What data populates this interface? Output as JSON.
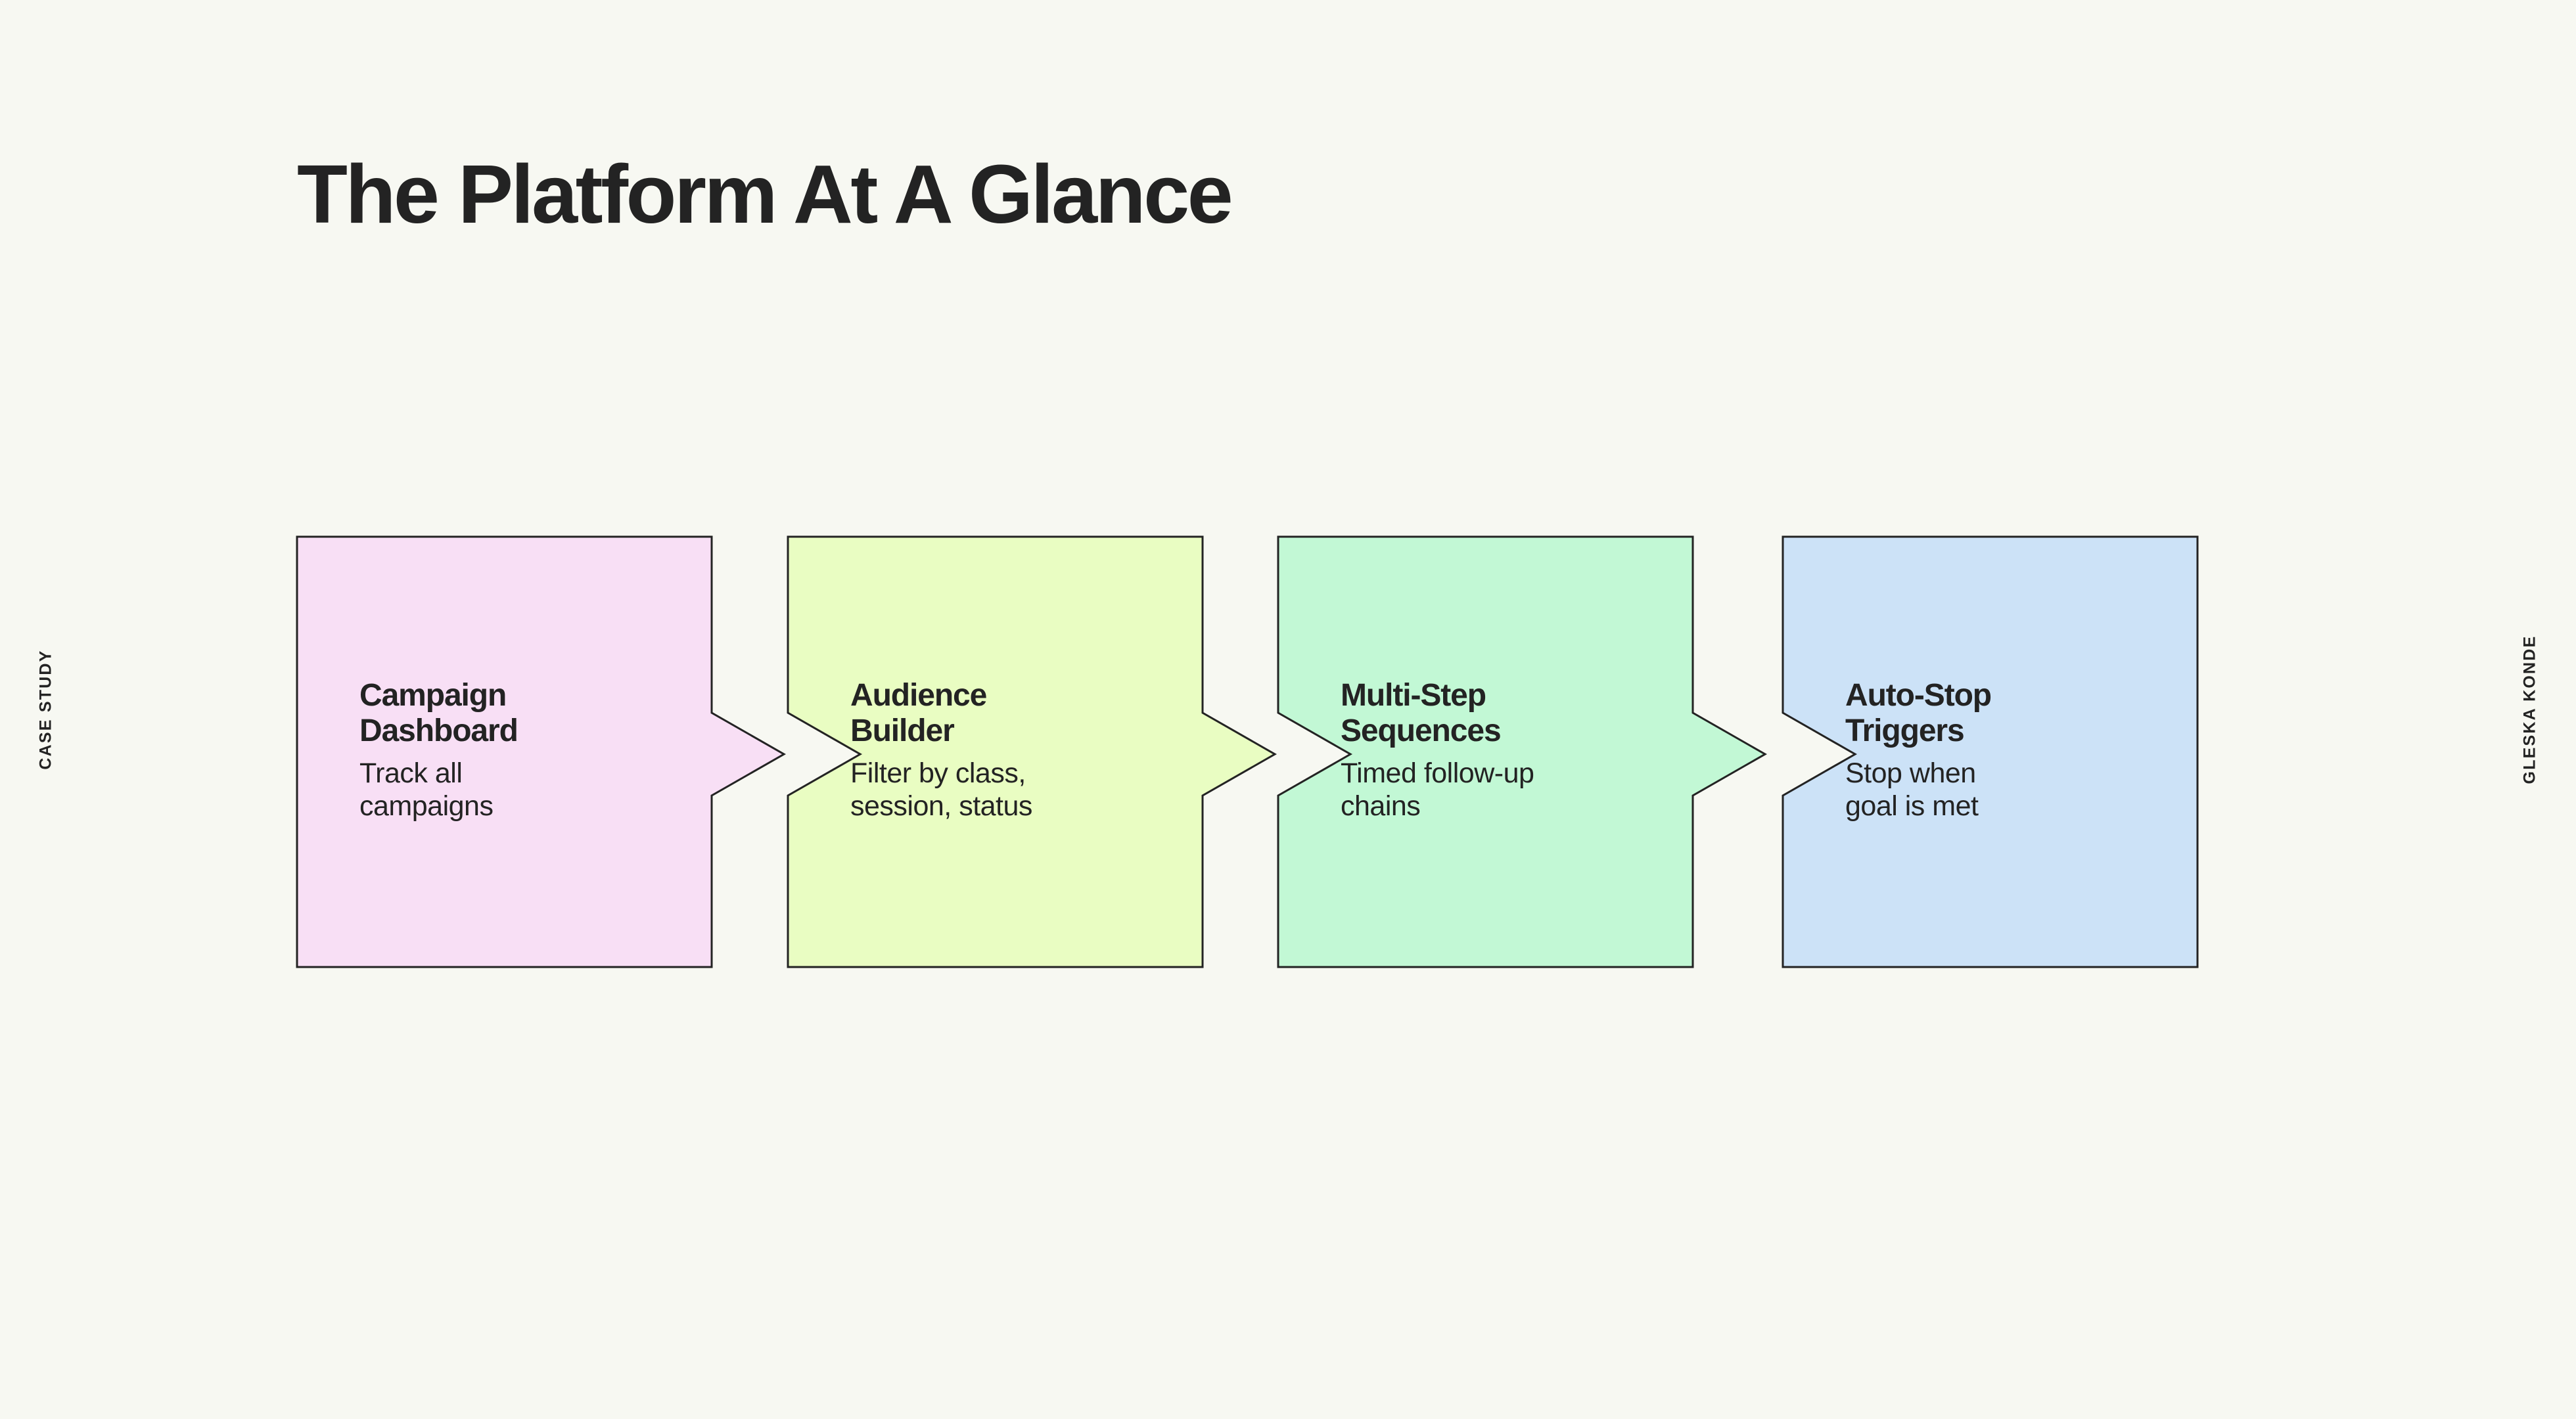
{
  "page": {
    "title": "The Platform At A Glance",
    "background_color": "#F7F8F2",
    "ink_color": "#232323"
  },
  "side_labels": {
    "left": "CASE STUDY",
    "right": "GLESKA KONDE"
  },
  "flow": {
    "steps": [
      {
        "title": "Campaign\nDashboard",
        "description": "Track all\ncampaigns",
        "fill": "#F8DFF5",
        "has_left_notch": false,
        "has_right_point": true
      },
      {
        "title": "Audience\nBuilder",
        "description": "Filter by class,\nsession, status",
        "fill": "#E9FDC2",
        "has_left_notch": true,
        "has_right_point": true
      },
      {
        "title": "Multi-Step\nSequences",
        "description": "Timed follow-up\nchains",
        "fill": "#C2F8D5",
        "has_left_notch": true,
        "has_right_point": true
      },
      {
        "title": "Auto-Stop\nTriggers",
        "description": "Stop when\ngoal is met",
        "fill": "#CCE2F7",
        "has_left_notch": true,
        "has_right_point": false
      }
    ]
  }
}
